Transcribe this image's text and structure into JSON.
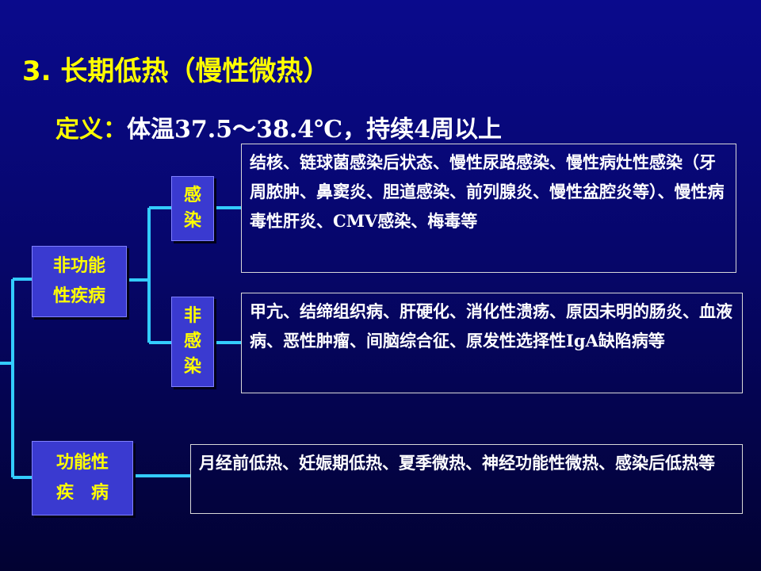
{
  "title": "3. 长期低热（慢性微热）",
  "definition": {
    "label": "定义：",
    "text": "体温37.5～38.4℃，持续4周以上"
  },
  "nodes": {
    "non_functional": [
      "非功能",
      "性疾病"
    ],
    "infection": [
      "感",
      "染"
    ],
    "non_infection": [
      "非",
      "感",
      "染"
    ],
    "functional": [
      "功能性",
      "疾　病"
    ]
  },
  "boxes": {
    "infection_causes": "结核、链球菌感染后状态、慢性尿路感染、慢性病灶性感染（牙周脓肿、鼻窦炎、胆道感染、前列腺炎、慢性盆腔炎等）、慢性病毒性肝炎、CMV感染、梅毒等",
    "non_infection_causes": "甲亢、结缔组织病、肝硬化、消化性溃疡、原因未明的肠炎、血液病、恶性肿瘤、间脑综合征、原发性选择性IgA缺陷病等",
    "functional_causes": "月经前低热、妊娠期低热、夏季微热、神经功能性微热、感染后低热等"
  },
  "colors": {
    "accent": "#ffff00",
    "connector": "#33ccff",
    "node_fill": "#3a3ad0",
    "text": "#ffffff"
  }
}
